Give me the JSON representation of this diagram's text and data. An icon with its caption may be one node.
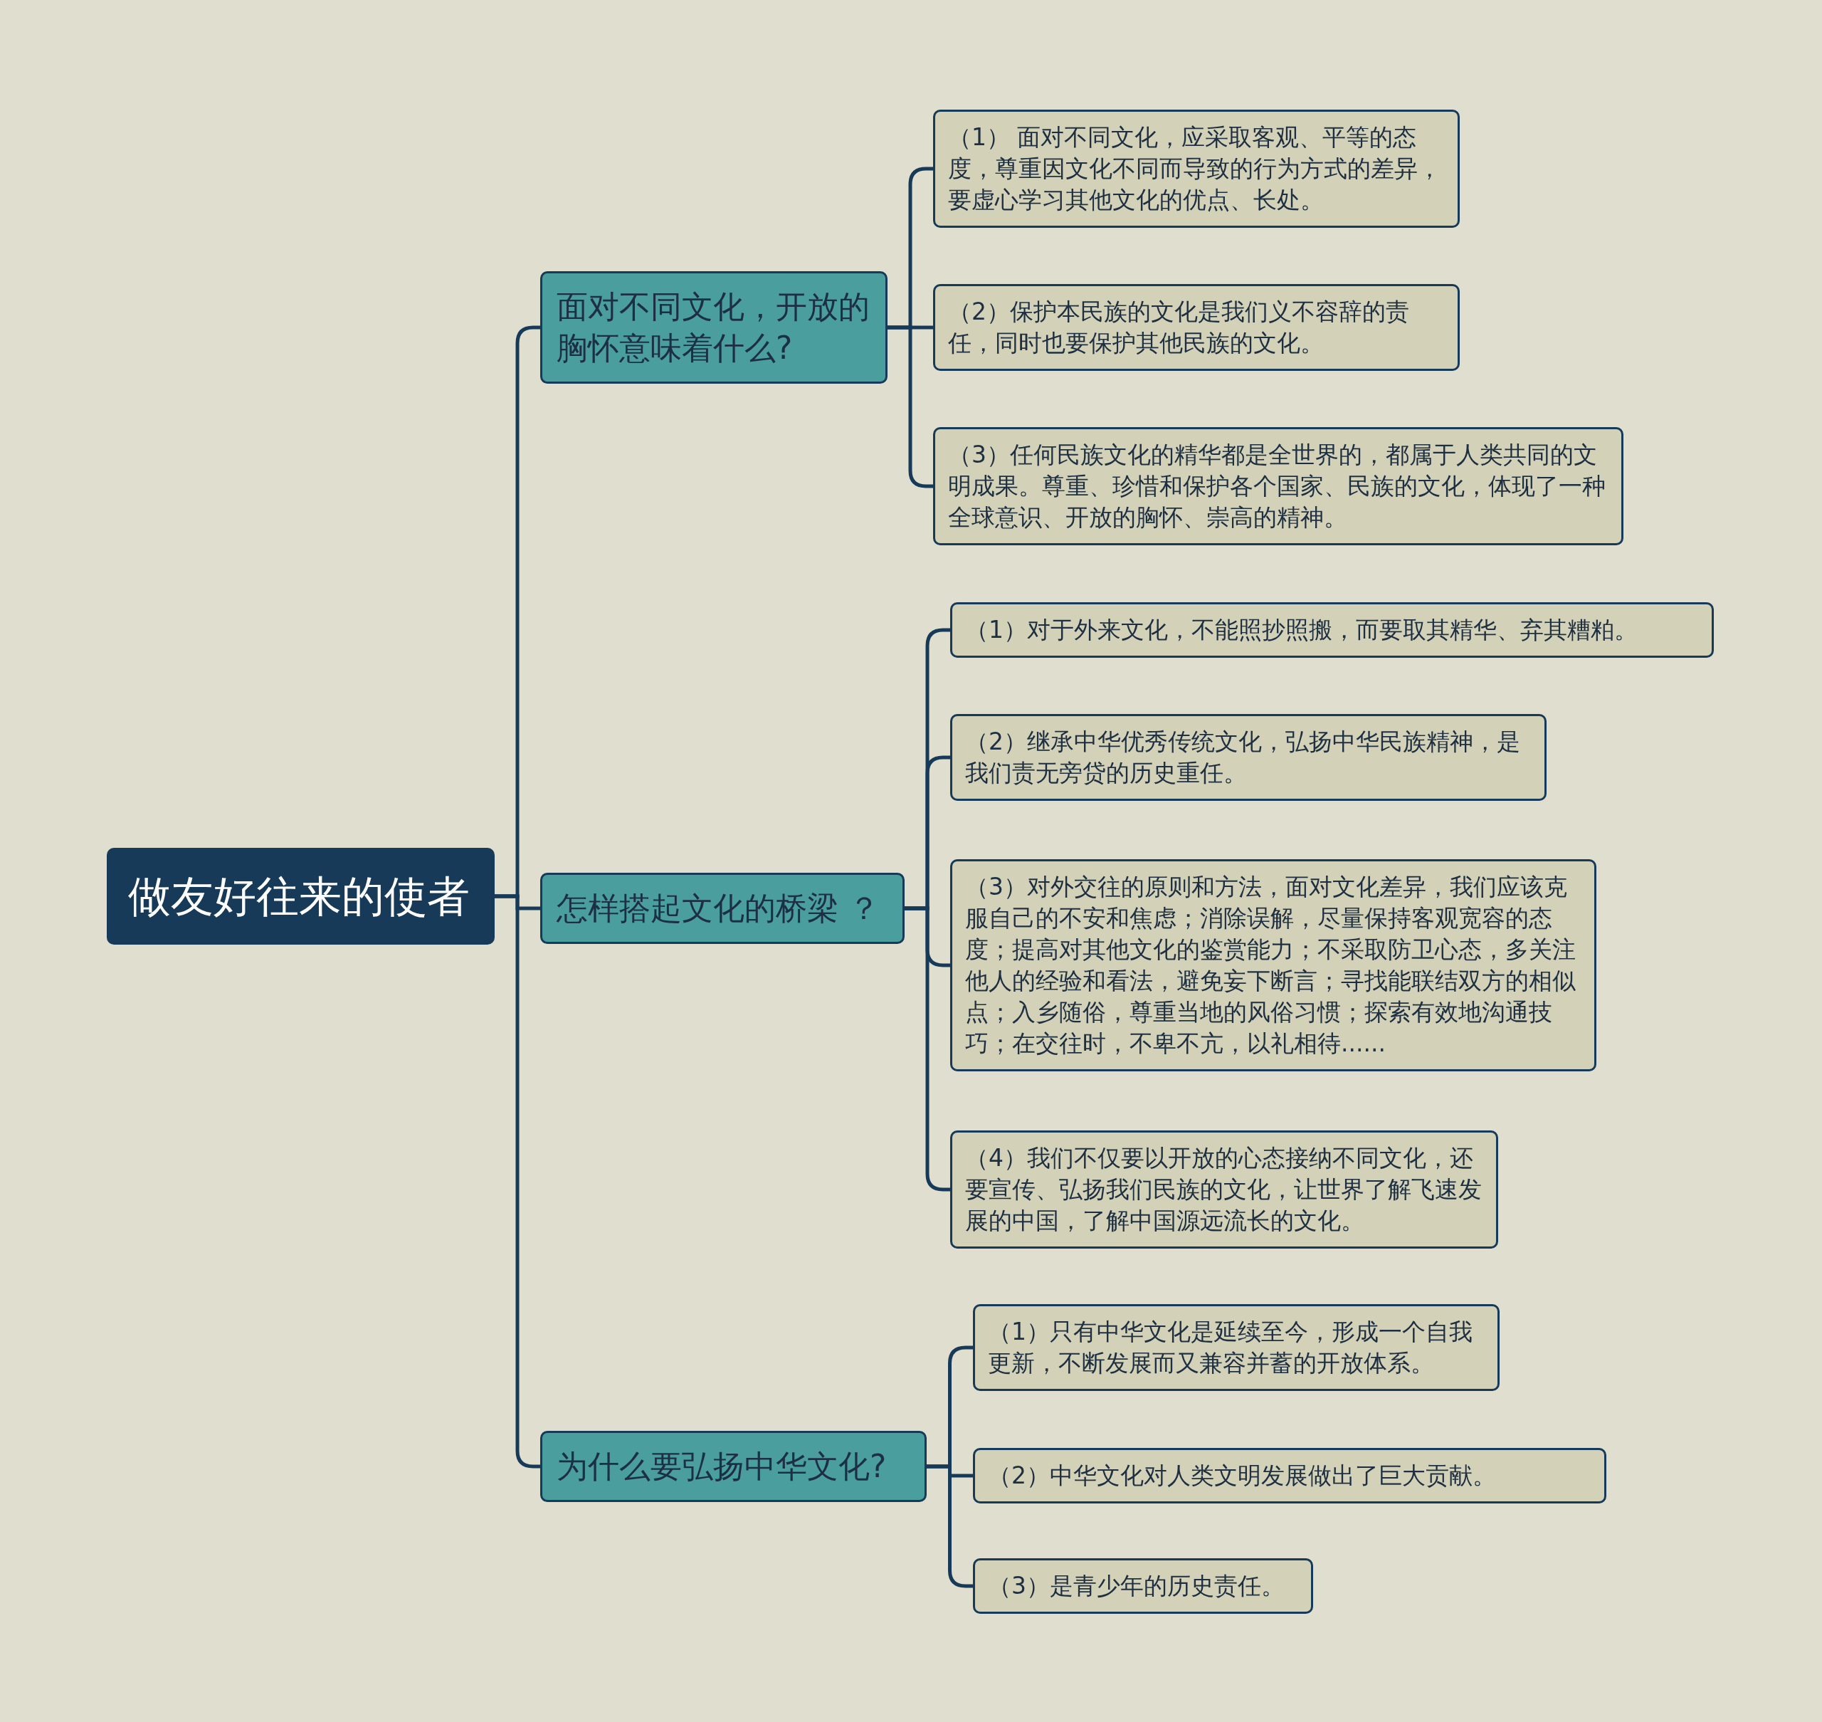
{
  "diagram": {
    "nodes": [
      {
        "text": [
          "做友好往来的使者"
        ]
      },
      {
        "text": [
          "面对不同文化，开放的胸怀意味着什么?"
        ]
      },
      {
        "text": [
          "怎样搭起文化的桥梁 ？"
        ]
      },
      {
        "text": [
          "为什么要弘扬中华文化?"
        ]
      },
      {
        "text": [
          "（1） 面对不同文化，应采取客观、平等的态度，尊重因文化不同而导致的行为方式的差异，要虚心学习其他文化的优点、长处。"
        ]
      },
      {
        "text": [
          "（2）保护本民族的文化是我们义不容辞的责任，同时也要保护其他民族的文化。"
        ]
      },
      {
        "text": [
          "（3）任何民族文化的精华都是全世界的，都属于人类共同的文明成果。尊重、珍惜和保护各个国家、民族的文化，体现了一种全球意识、开放的胸怀、崇高的精神。"
        ]
      },
      {
        "text": [
          "（1）对于外来文化，不能照抄照搬，而要取其精华、弃其糟粕。"
        ]
      },
      {
        "text": [
          "（2）继承中华优秀传统文化，弘扬中华民族精神，是我们责无旁贷的历史重任。"
        ]
      },
      {
        "text": [
          "（3）对外交往的原则和方法，面对文化差异，我们应该克服自己的不安和焦虑；消除误解，尽量保持客观宽容的态度；提高对其他文化的鉴赏能力；不采取防卫心态，多关注他人的经验和看法，避免妄下断言；寻找能联结双方的相似点；入乡随俗，尊重当地的风俗习惯；探索有效地沟通技巧；在交往时，不卑不亢，以礼相待......"
        ]
      },
      {
        "text": [
          "（4）我们不仅要以开放的心态接纳不同文化，还要宣传、弘扬我们民族的文化，让世界了解飞速发展的中国，了解中国源远流长的文化。"
        ]
      },
      {
        "text": [
          "（1）只有中华文化是延续至今，形成一个自我更新，不断发展而又兼容并蓄的开放体系。"
        ]
      },
      {
        "text": [
          "（2）中华文化对人类文明发展做出了巨大贡献。"
        ]
      },
      {
        "text": [
          "（3）是青少年的历史责任。"
        ]
      }
    ],
    "edges": [
      {
        "from": 0,
        "to": 1,
        "arrow": "none"
      },
      {
        "from": 0,
        "to": 2,
        "arrow": "none"
      },
      {
        "from": 0,
        "to": 3,
        "arrow": "none"
      },
      {
        "from": 1,
        "to": 4,
        "arrow": "none"
      },
      {
        "from": 1,
        "to": 5,
        "arrow": "none"
      },
      {
        "from": 1,
        "to": 6,
        "arrow": "none"
      },
      {
        "from": 2,
        "to": 7,
        "arrow": "none"
      },
      {
        "from": 2,
        "to": 8,
        "arrow": "none"
      },
      {
        "from": 2,
        "to": 9,
        "arrow": "none"
      },
      {
        "from": 2,
        "to": 10,
        "arrow": "none"
      },
      {
        "from": 3,
        "to": 11,
        "arrow": "none"
      },
      {
        "from": 3,
        "to": 12,
        "arrow": "none"
      },
      {
        "from": 3,
        "to": 13,
        "arrow": "none"
      }
    ]
  }
}
